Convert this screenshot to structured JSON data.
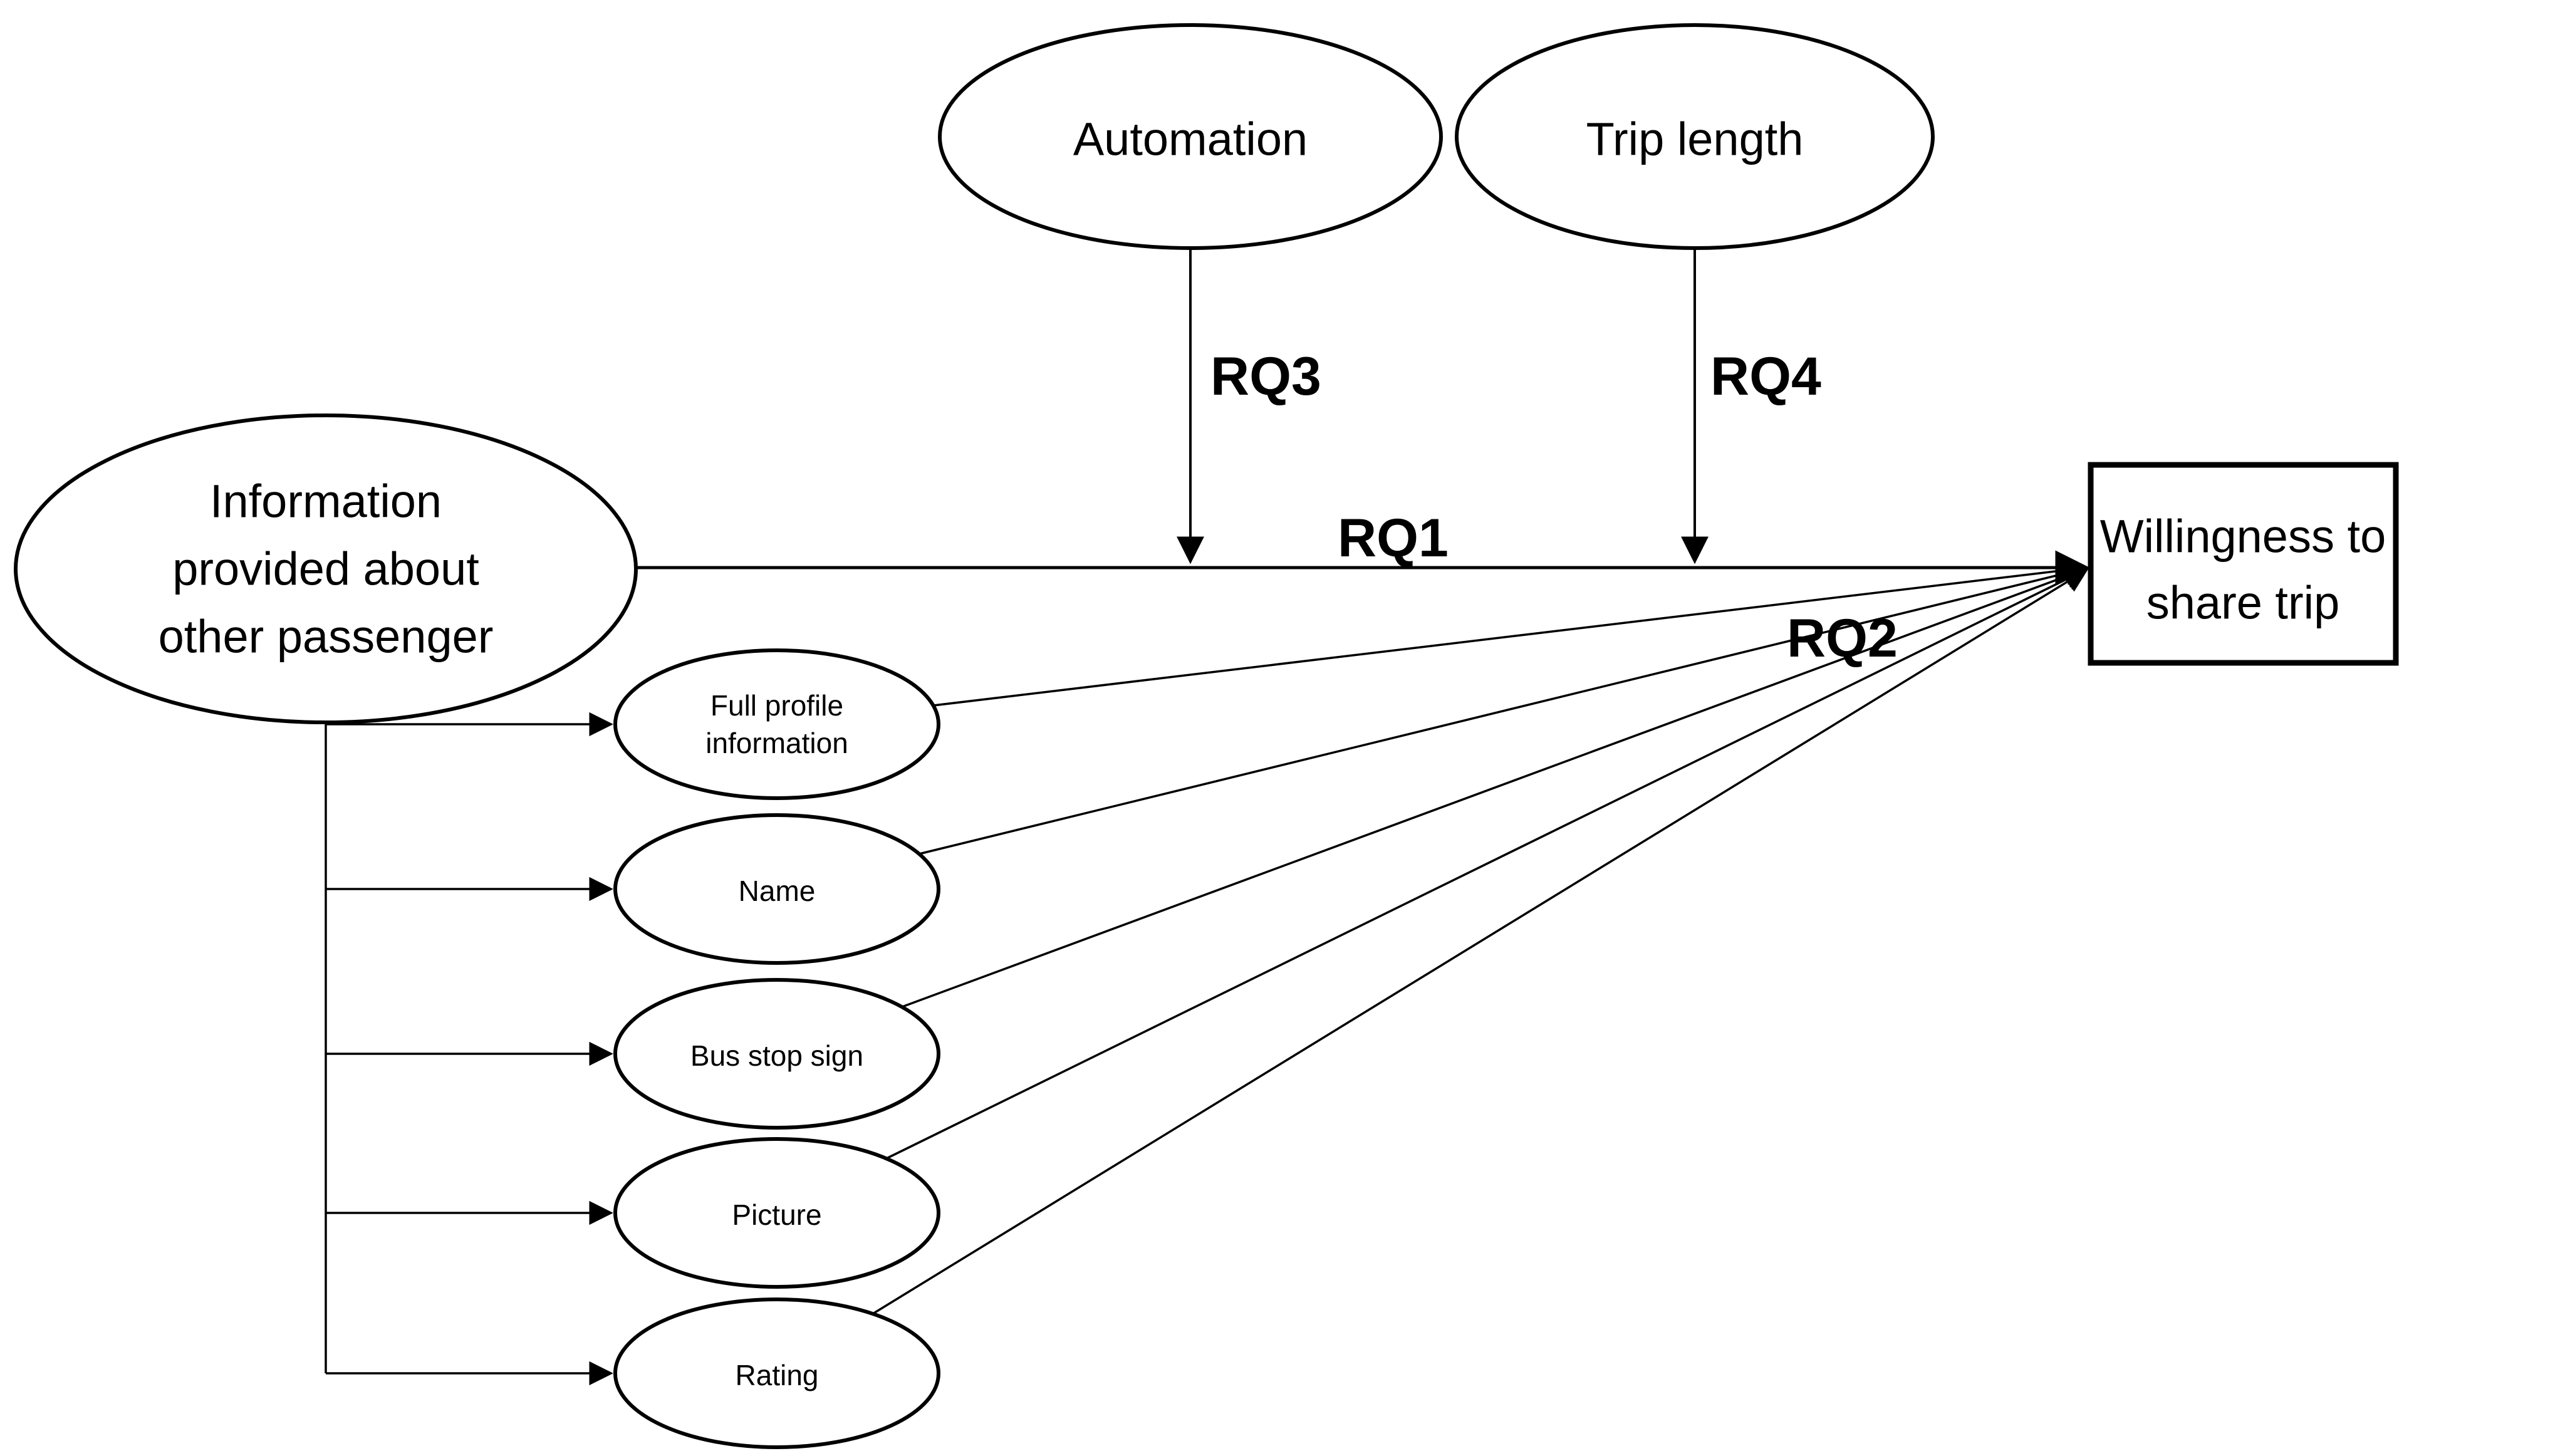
{
  "diagram": {
    "background": "#ffffff",
    "stroke_color": "#000000",
    "nodes": {
      "automation": {
        "label": "Automation"
      },
      "trip_length": {
        "label": "Trip length"
      },
      "information": {
        "line1": "Information",
        "line2": "provided about",
        "line3": "other passenger"
      },
      "willingness": {
        "line1": "Willingness to",
        "line2": "share trip"
      },
      "full_profile": {
        "line1": "Full profile",
        "line2": "information"
      },
      "name": {
        "label": "Name"
      },
      "bus_stop": {
        "label": "Bus stop sign"
      },
      "picture": {
        "label": "Picture"
      },
      "rating": {
        "label": "Rating"
      }
    },
    "edge_labels": {
      "rq1": "RQ1",
      "rq2": "RQ2",
      "rq3": "RQ3",
      "rq4": "RQ4"
    }
  }
}
